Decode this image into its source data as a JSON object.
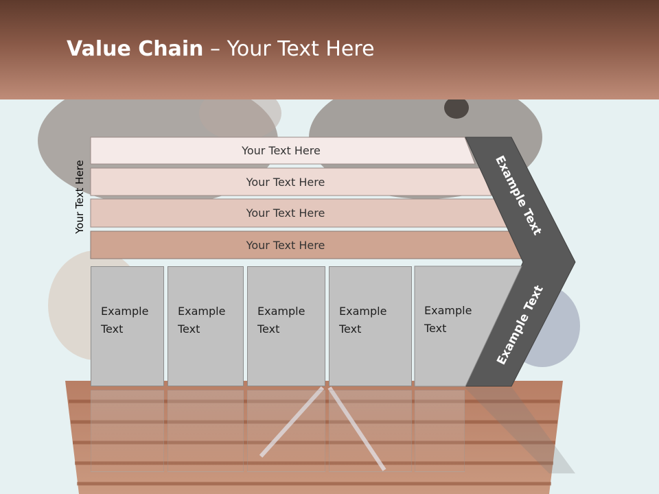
{
  "title": {
    "bold": "Value Chain",
    "rest": " – Your Text Here"
  },
  "side_label": "Your Text Here",
  "layers": [
    "Your Text Here",
    "Your Text Here",
    "Your Text Here",
    "Your Text Here"
  ],
  "columns": [
    {
      "line1": "Example",
      "line2": "Text"
    },
    {
      "line1": "Example",
      "line2": "Text"
    },
    {
      "line1": "Example",
      "line2": "Text"
    },
    {
      "line1": "Example",
      "line2": "Text"
    },
    {
      "line1": "Example",
      "line2": "Text"
    }
  ],
  "arrow": {
    "upper": "Example Text",
    "lower": "Example Text"
  },
  "colors": {
    "title_dark": "#5e3a2c",
    "title_light": "#bf8c78",
    "arrow": "#595959",
    "box": "#c1c1c1"
  }
}
